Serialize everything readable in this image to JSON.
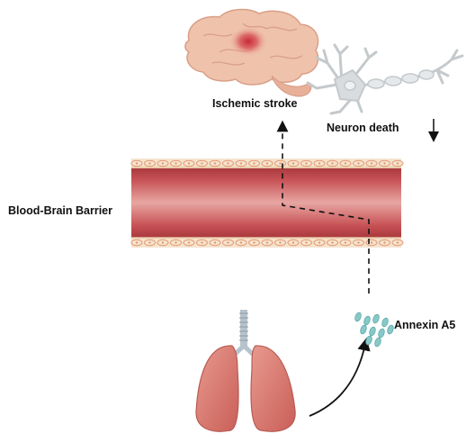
{
  "labels": {
    "ischemic_stroke": "Ischemic stroke",
    "neuron_death": "Neuron death",
    "neuron_death_arrow": "↓",
    "blood_brain_barrier": "Blood-Brain Barrier",
    "annexin": "Annexin A5"
  },
  "colors": {
    "brain": "#efc2ac",
    "brain_lesion": "#c9313a",
    "vessel": "#c74f52",
    "vessel_wall": "#f5e4cf",
    "cell_outline": "#e39a73",
    "lung": "#d97b72",
    "trachea": "#b7c3cc",
    "annexin_particle": "#86c9c8",
    "neuron": "#d9dcde"
  },
  "icons": [
    "brain-icon",
    "neuron-icon",
    "blood-vessel-icon",
    "lungs-icon",
    "annexin-particles-icon"
  ]
}
